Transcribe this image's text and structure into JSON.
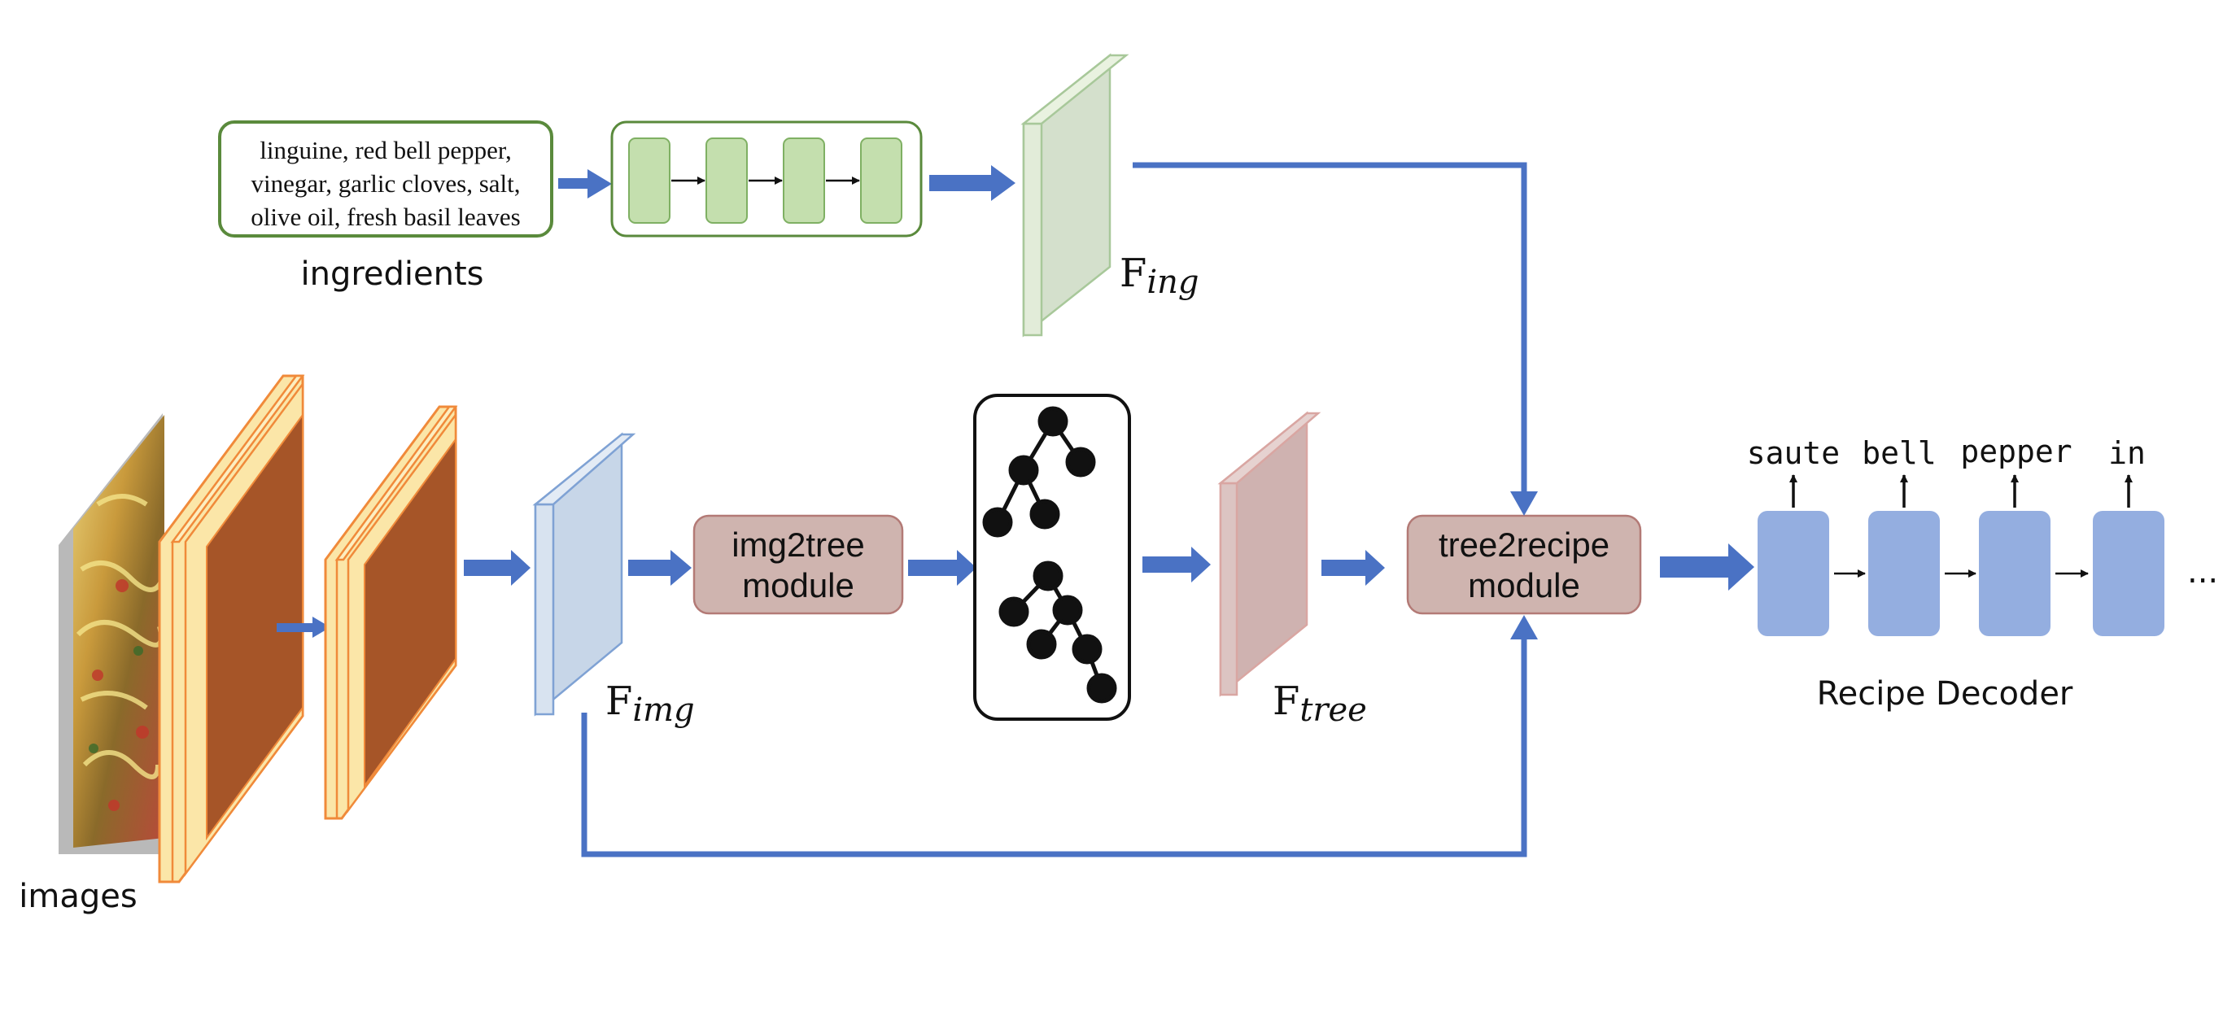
{
  "ingredients": {
    "lines": [
      "linguine, red bell pepper,",
      "vinegar, garlic cloves, salt,",
      "olive oil, fresh basil leaves"
    ],
    "label": "ingredients"
  },
  "images_label": "images",
  "features": {
    "ing": {
      "base": "F",
      "sub": "ing"
    },
    "img": {
      "base": "F",
      "sub": "img"
    },
    "tree": {
      "base": "F",
      "sub": "tree"
    }
  },
  "modules": {
    "img2tree": [
      "img2tree",
      "module"
    ],
    "tree2recipe": [
      "tree2recipe",
      "module"
    ]
  },
  "decoder": {
    "words": [
      "saute",
      "bell",
      "pepper",
      "in"
    ],
    "ellipsis": "...",
    "label": "Recipe Decoder"
  },
  "colors": {
    "arrow": "#4a72c4",
    "ing_box_border": "#5a8a3c",
    "rnn_cell": "#c4dfae",
    "f_ing": "#d4e0cc",
    "f_img": "#c7d6e8",
    "f_tree": "#cfb2b0",
    "module_fill": "#cfb4af",
    "decoder_cell": "#94aee0",
    "cnn_front": "#a65528",
    "cnn_frame": "#fbe6a8",
    "cnn_stroke": "#f08a3a"
  }
}
